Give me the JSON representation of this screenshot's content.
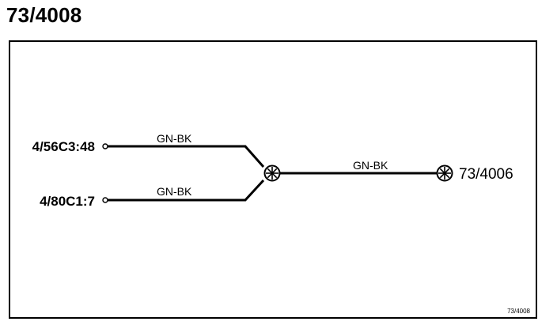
{
  "title": "73/4008",
  "inputs": [
    {
      "label": "4/56C3:48",
      "wire": "GN-BK"
    },
    {
      "label": "4/80C1:7",
      "wire": "GN-BK"
    }
  ],
  "output": {
    "wire": "GN-BK",
    "label": "73/4006"
  },
  "reference": "73/4008",
  "colors": {
    "line": "#000000",
    "background": "#ffffff"
  }
}
